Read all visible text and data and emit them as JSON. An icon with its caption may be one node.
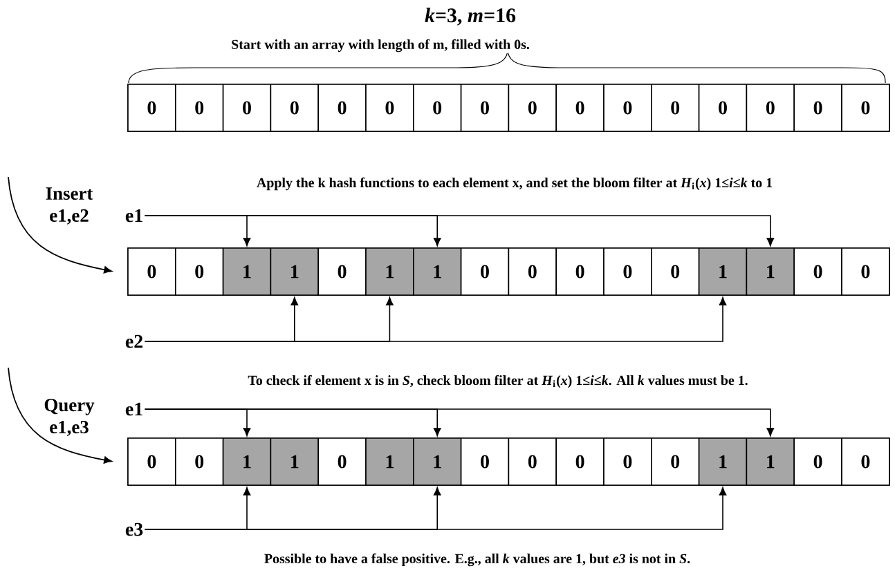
{
  "diagram": {
    "title": "*k*=3, *m*=16",
    "nodes": [
      {
        "text": [],
        "shape": "box"
      },
      {
        "text": [
          "0"
        ],
        "in": 0
      },
      {
        "text": [
          "0"
        ],
        "in": 0
      },
      {
        "text": [
          "0"
        ],
        "in": 0
      },
      {
        "text": [
          "0"
        ],
        "in": 0
      },
      {
        "text": [
          "0"
        ],
        "in": 0
      },
      {
        "text": [
          "0"
        ],
        "in": 0
      },
      {
        "text": [
          "0"
        ],
        "in": 0
      },
      {
        "text": [
          "0"
        ],
        "in": 0
      },
      {
        "text": [
          "0"
        ],
        "in": 0
      },
      {
        "text": [
          "0"
        ],
        "in": 0
      },
      {
        "text": [
          "0"
        ],
        "in": 0
      },
      {
        "text": [
          "0"
        ],
        "in": 0
      },
      {
        "text": [
          "0"
        ],
        "in": 0
      },
      {
        "text": [
          "0"
        ],
        "in": 0
      },
      {
        "text": [
          "0"
        ],
        "in": 0
      },
      {
        "text": [
          "0"
        ],
        "in": 0
      },
      {
        "text": [
          "e1"
        ]
      },
      {
        "text": [],
        "shape": "box"
      },
      {
        "text": [
          "0"
        ],
        "in": 18
      },
      {
        "text": [
          "0"
        ],
        "in": 18
      },
      {
        "text": [
          "1"
        ],
        "in": 18
      },
      {
        "text": [
          "1"
        ],
        "in": 18
      },
      {
        "text": [
          "0"
        ],
        "in": 18
      },
      {
        "text": [
          "1"
        ],
        "in": 18
      },
      {
        "text": [
          "1"
        ],
        "in": 18
      },
      {
        "text": [
          "0"
        ],
        "in": 18
      },
      {
        "text": [
          "0"
        ],
        "in": 18
      },
      {
        "text": [
          "0"
        ],
        "in": 18
      },
      {
        "text": [
          "0"
        ],
        "in": 18
      },
      {
        "text": [
          "0"
        ],
        "in": 18
      },
      {
        "text": [
          "1"
        ],
        "in": 18
      },
      {
        "text": [
          "1"
        ],
        "in": 18
      },
      {
        "text": [
          "0"
        ],
        "in": 18
      },
      {
        "text": [
          "0"
        ],
        "in": 18
      },
      {
        "text": [
          "e2"
        ]
      },
      {
        "text": [
          "e1"
        ]
      },
      {
        "text": [],
        "shape": "box"
      },
      {
        "text": [
          "0"
        ],
        "in": 37
      },
      {
        "text": [
          "0"
        ],
        "in": 37
      },
      {
        "text": [
          "1"
        ],
        "in": 37
      },
      {
        "text": [
          "1"
        ],
        "in": 37
      },
      {
        "text": [
          "0"
        ],
        "in": 37
      },
      {
        "text": [
          "1"
        ],
        "in": 37
      },
      {
        "text": [
          "1"
        ],
        "in": 37
      },
      {
        "text": [
          "0"
        ],
        "in": 37
      },
      {
        "text": [
          "0"
        ],
        "in": 37
      },
      {
        "text": [
          "0"
        ],
        "in": 37
      },
      {
        "text": [
          "0"
        ],
        "in": 37
      },
      {
        "text": [
          "0"
        ],
        "in": 37
      },
      {
        "text": [
          "1"
        ],
        "in": 37
      },
      {
        "text": [
          "1"
        ],
        "in": 37
      },
      {
        "text": [
          "0"
        ],
        "in": 37
      },
      {
        "text": [
          "0"
        ],
        "in": 37
      },
      {
        "text": [
          "e3"
        ]
      }
    ],
    "edges": [
      {
        "from": null,
        "to": 18,
        "arrow": "to",
        "label": "Insert e1,e2"
      },
      {
        "from": 17,
        "to": 21,
        "arrow": "to"
      },
      {
        "from": 17,
        "to": 25,
        "arrow": "to"
      },
      {
        "from": 17,
        "to": 32,
        "arrow": "to"
      },
      {
        "from": 35,
        "to": 22,
        "arrow": "to"
      },
      {
        "from": 35,
        "to": 24,
        "arrow": "to"
      },
      {
        "from": 35,
        "to": 31,
        "arrow": "to"
      },
      {
        "from": null,
        "to": 37,
        "arrow": "to",
        "label": "Query e1,e3"
      },
      {
        "from": 36,
        "to": 40,
        "arrow": "to"
      },
      {
        "from": 36,
        "to": 44,
        "arrow": "to"
      },
      {
        "from": 36,
        "to": 51,
        "arrow": "to"
      },
      {
        "from": 54,
        "to": 40,
        "arrow": "to"
      },
      {
        "from": 54,
        "to": 44,
        "arrow": "to"
      },
      {
        "from": 54,
        "to": 50,
        "arrow": "to"
      }
    ],
    "labels": [
      "Start with an array with length of m, filled with 0s.",
      "Apply the k hash functions to each element x, and set the bloom filter at *H*$_{i}$(*x*)  1≤*i*≤*k* to 1",
      "To check if element x is in *S*, check bloom filter at *H*$_{i}$(*x*)   1≤*i*≤*k*.  All *k* values must be 1.",
      "Possible to have a false positive. E.g.,  all *k* values are 1, but *e3* is not in *S*."
    ]
  }
}
